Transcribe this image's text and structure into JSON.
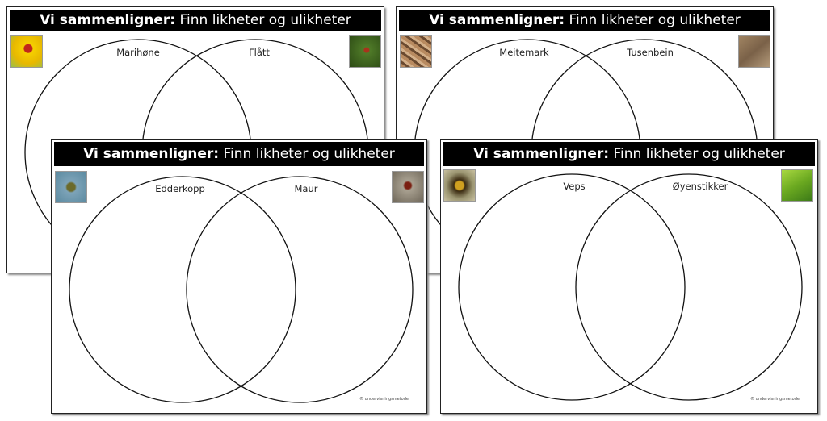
{
  "worksheets": [
    {
      "title_bold": "Vi sammenligner:",
      "title_rest": " Finn likheter og ulikheter",
      "left_label": "Marihøne",
      "right_label": "Flått",
      "left_image": "ladybug-photo",
      "right_image": "tick-photo"
    },
    {
      "title_bold": "Vi sammenligner:",
      "title_rest": " Finn likheter og ulikheter",
      "left_label": "Meitemark",
      "right_label": "Tusenbein",
      "left_image": "earthworm-photo",
      "right_image": "millipede-photo"
    },
    {
      "title_bold": "Vi sammenligner:",
      "title_rest": " Finn likheter og ulikheter",
      "left_label": "Edderkopp",
      "right_label": "Maur",
      "left_image": "spider-photo",
      "right_image": "ant-photo",
      "copyright": "© undervisningsmetoder"
    },
    {
      "title_bold": "Vi sammenligner:",
      "title_rest": " Finn likheter og ulikheter",
      "left_label": "Veps",
      "right_label": "Øyenstikker",
      "left_image": "wasp-photo",
      "right_image": "dragonfly-photo",
      "copyright": "© undervisningsmetoder"
    }
  ]
}
